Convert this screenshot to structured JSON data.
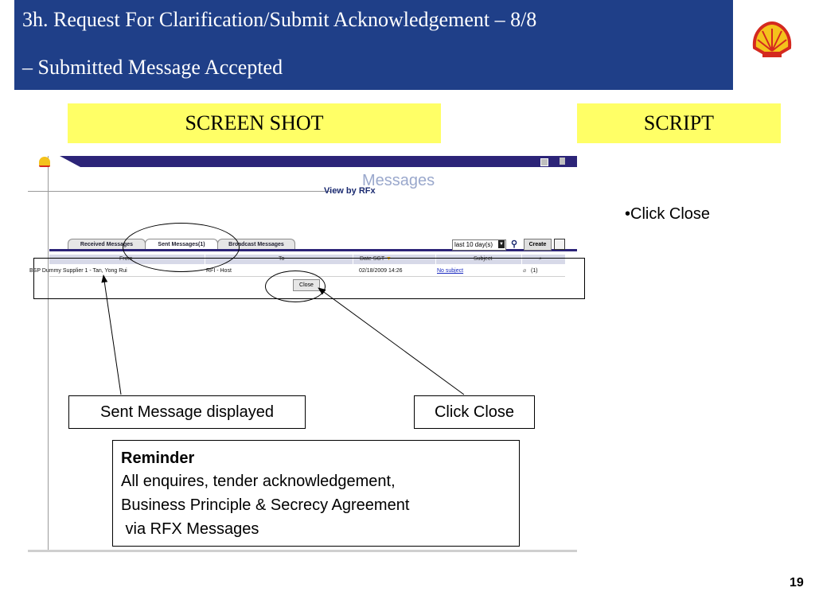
{
  "slide": {
    "title_line1": "3h.  Request For Clarification/Submit Acknowledgement  – 8/8",
    "title_line2": "–  Submitted Message Accepted",
    "screenshot_label": "SCREEN SHOT",
    "script_label": "SCRIPT",
    "page_number": "19",
    "colors": {
      "banner": "#1f3f88",
      "label_bg": "#ffff66",
      "logo_yellow": "#f4c21c",
      "logo_red": "#d4291f"
    }
  },
  "screenshot": {
    "page_title": "Messages",
    "page_subtitle": "View by RFx",
    "tabs": [
      "Received Messages",
      "Sent Messages(1)",
      "Broadcast Messages"
    ],
    "active_tab": "Sent Messages(1)",
    "filter_value": "last 10 day(s)",
    "create_label": "Create",
    "columns": [
      "From",
      "To",
      "Date SGT",
      "Subject"
    ],
    "row": {
      "from": "BSP Dummy Supplier 1 - Tan, Yong Rui",
      "to": "RFI - Host",
      "date": "02/18/2009 14:26",
      "subject": "No subject",
      "attachments": "(1)"
    },
    "close_label": "Close"
  },
  "annotations": {
    "sent_message": "Sent Message displayed",
    "click_close": "Click Close"
  },
  "reminder": {
    "heading": "Reminder",
    "lines": [
      "All enquires, tender acknowledgement,",
      "Business Principle & Secrecy Agreement",
      " via RFX Messages"
    ]
  },
  "script": {
    "bullet": "•Click Close"
  }
}
